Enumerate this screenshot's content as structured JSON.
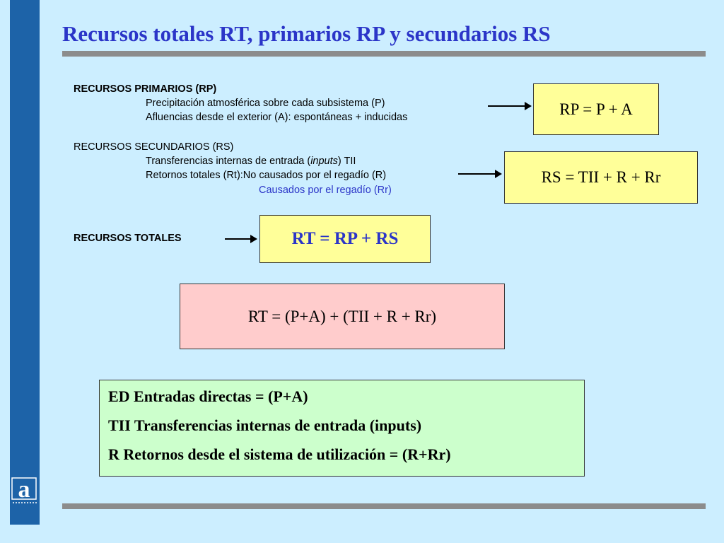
{
  "title": "Recursos totales RT, primarios RP y secundarios RS",
  "primarios": {
    "heading": "RECURSOS PRIMARIOS (RP)",
    "line1": "Precipitación atmosférica sobre cada subsistema (P)",
    "line2": "Afluencias desde el exterior (A): espontáneas + inducidas",
    "formula": "RP = P + A"
  },
  "secundarios": {
    "heading": "RECURSOS SECUNDARIOS (RS)",
    "line1_pre": "Transferencias internas de entrada (",
    "line1_italic": "inputs",
    "line1_post": ") TII",
    "line2": "Retornos totales (Rt):No causados por el regadío (R)",
    "line3": "Causados por el regadío (Rr)",
    "formula": "RS = TII + R + Rr"
  },
  "totales": {
    "heading": "RECURSOS TOTALES",
    "formula": "RT = RP + RS",
    "expanded": "RT = (P+A) + (TII + R + Rr)"
  },
  "legend": {
    "items": [
      "ED  Entradas directas = (P+A)",
      "TII  Transferencias internas de entrada (inputs)",
      "R  Retornos desde el sistema de utilización = (R+Rr)"
    ]
  },
  "colors": {
    "title": "#2b35c8",
    "background": "#cceeff",
    "sidebar": "#1d63a8",
    "yellow_box": "#ffff99",
    "pink_box": "#ffcccc",
    "green_box": "#ccffcc"
  }
}
